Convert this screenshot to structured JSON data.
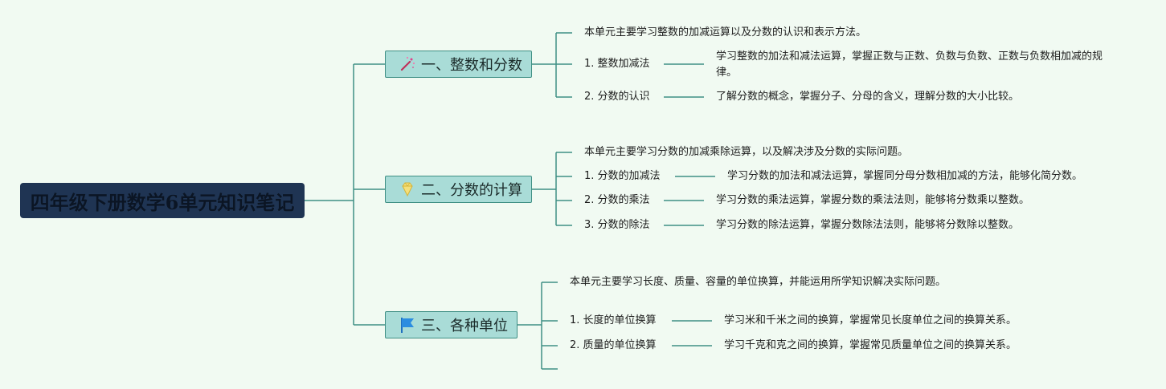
{
  "root": {
    "title": "四年级下册数学6单元知识笔记"
  },
  "branches": [
    {
      "title": "一、整数和分数",
      "icon": "magic-wand-icon",
      "summary": "本单元主要学习整数的加减运算以及分数的认识和表示方法。",
      "items": [
        {
          "label": "1. 整数加减法",
          "detail": "学习整数的加法和减法运算，掌握正数与正数、负数与负数、正数与负数相加减的规律。"
        },
        {
          "label": "2. 分数的认识",
          "detail": "了解分数的概念，掌握分子、分母的含义，理解分数的大小比较。"
        }
      ]
    },
    {
      "title": "二、分数的计算",
      "icon": "diamond-icon",
      "summary": "本单元主要学习分数的加减乘除运算，以及解决涉及分数的实际问题。",
      "items": [
        {
          "label": "1. 分数的加减法",
          "detail": "学习分数的加法和减法运算，掌握同分母分数相加减的方法，能够化简分数。"
        },
        {
          "label": "2. 分数的乘法",
          "detail": "学习分数的乘法运算，掌握分数的乘法法则，能够将分数乘以整数。"
        },
        {
          "label": "3. 分数的除法",
          "detail": "学习分数的除法运算，掌握分数除法法则，能够将分数除以整数。"
        }
      ]
    },
    {
      "title": "三、各种单位",
      "icon": "flag-icon",
      "summary": "本单元主要学习长度、质量、容量的单位换算，并能运用所学知识解决实际问题。",
      "items": [
        {
          "label": "1. 长度的单位换算",
          "detail": "学习米和千米之间的换算，掌握常见长度单位之间的换算关系。"
        },
        {
          "label": "2. 质量的单位换算",
          "detail": "学习千克和克之间的换算，掌握常见质量单位之间的换算关系。"
        }
      ]
    }
  ],
  "colors": {
    "line": "#3f8f84",
    "branch_fill": "#a9dcd7",
    "root_fill": "#1f3453",
    "background": "#f1faf2"
  }
}
